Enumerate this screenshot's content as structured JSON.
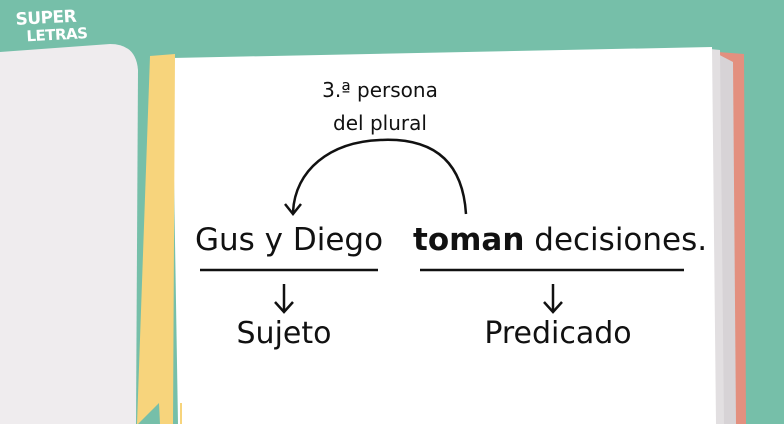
{
  "logo": {
    "line1": "SUPER",
    "line2": "LETRAS"
  },
  "annotation": {
    "line1": "3.ª persona",
    "line2": "del plural"
  },
  "sentence": {
    "subject": "Gus y Diego",
    "verb": "toman",
    "predicate_rest": " decisiones."
  },
  "labels": {
    "subject": "Sujeto",
    "predicate": "Predicado"
  },
  "colors": {
    "background": "#76bfa9",
    "bookmark": "#f7d47c",
    "cover_edge": "#e3907f",
    "left_page": "#efecee"
  }
}
